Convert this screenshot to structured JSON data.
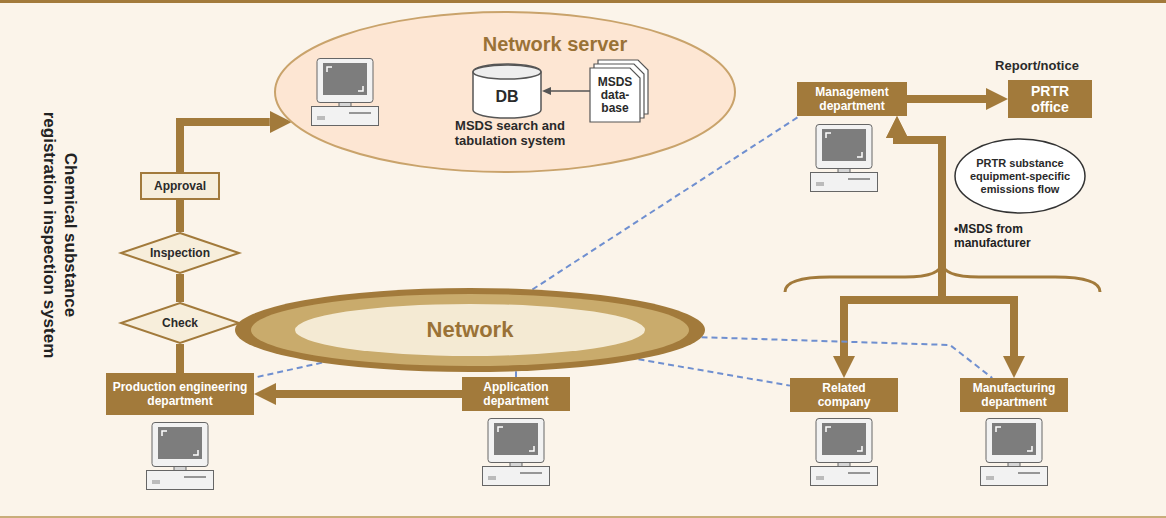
{
  "diagram": {
    "nodes": [
      {
        "text": [
          "Network server",
          "MSDS search and tabulation system"
        ]
      },
      {
        "text": [
          "DB"
        ],
        "in": 0
      },
      {
        "text": [
          "MSDS data-base"
        ],
        "in": 0
      },
      {
        "text": [
          "Approval"
        ]
      },
      {
        "text": [
          "Inspection"
        ]
      },
      {
        "text": [
          "Check"
        ]
      },
      {
        "text": [
          "Network"
        ]
      },
      {
        "text": [
          "Management department"
        ]
      },
      {
        "text": [
          "Report/notice",
          "PRTR office"
        ]
      },
      {
        "text": [
          "PRTR substance equipment-specific emissions flow"
        ]
      },
      {
        "text": [
          "Production engineering department"
        ]
      },
      {
        "text": [
          "Application department"
        ]
      },
      {
        "text": [
          "Related company"
        ]
      },
      {
        "text": [
          "Manufacturing department"
        ]
      }
    ],
    "edges": [
      {
        "from": 2,
        "to": 1,
        "arrow": "to"
      },
      {
        "from": 11,
        "to": 10,
        "arrow": "to"
      },
      {
        "from": 10,
        "to": 5,
        "arrow": "none"
      },
      {
        "from": 5,
        "to": 4,
        "arrow": "none"
      },
      {
        "from": 4,
        "to": 3,
        "arrow": "none"
      },
      {
        "from": 3,
        "to": 0,
        "arrow": "to"
      },
      {
        "from": 7,
        "to": 8,
        "arrow": "to"
      },
      {
        "from": 7,
        "to": 12,
        "arrow": "both"
      },
      {
        "from": 7,
        "to": 13,
        "arrow": "both"
      },
      {
        "from": 6,
        "to": 10,
        "arrow": "none"
      },
      {
        "from": 6,
        "to": 11,
        "arrow": "none"
      },
      {
        "from": 6,
        "to": 12,
        "arrow": "none"
      },
      {
        "from": 6,
        "to": 13,
        "arrow": "none"
      },
      {
        "from": 6,
        "to": 7,
        "arrow": "none"
      }
    ],
    "labels": [
      "Chemical substance registration inspection system",
      "•MSDS from manufacturer"
    ]
  }
}
